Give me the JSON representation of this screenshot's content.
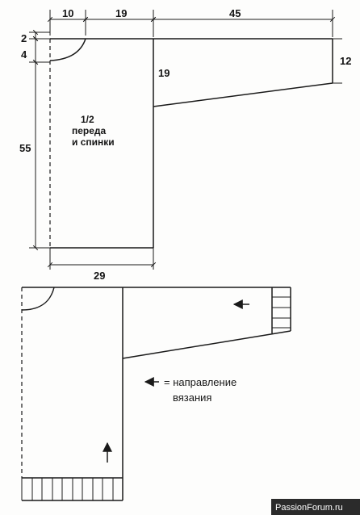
{
  "pattern_top": {
    "dims": {
      "neck_width": "10",
      "shoulder": "19",
      "sleeve_length": "45",
      "shoulder_drop": "2",
      "neck_depth": "4",
      "armhole": "19",
      "sleeve_cuff": "12",
      "body_length": "55",
      "half_width": "29"
    },
    "label_line1": "1/2",
    "label_line2": "переда",
    "label_line3": "и спинки"
  },
  "pattern_bottom": {
    "legend_text_line1": "= направление",
    "legend_text_line2": "вязания"
  },
  "watermark": "PassionForum.ru",
  "colors": {
    "ink": "#1a1a1a",
    "paper": "#fdfdfc",
    "watermark_bg": "#2b2b2b"
  }
}
